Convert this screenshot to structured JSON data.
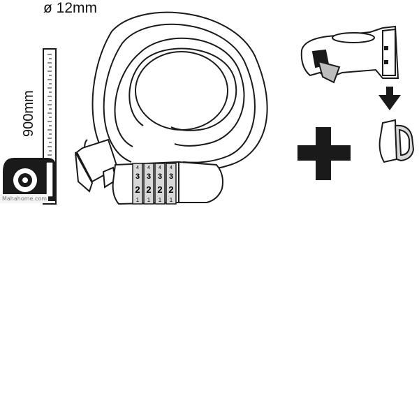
{
  "labels": {
    "diameter": "ø 12mm",
    "length": "900mm",
    "watermark": "Mahahome.com"
  },
  "lock": {
    "dial_digits_top": [
      "4",
      "4",
      "4",
      "4"
    ],
    "dial_digits_middle": [
      "3",
      "3",
      "3",
      "3"
    ],
    "dial_digits_main": [
      "2",
      "2",
      "2",
      "2"
    ],
    "dial_digits_bottom": [
      "1",
      "1",
      "1",
      "1"
    ]
  },
  "colors": {
    "outline": "#1a1a1a",
    "fill": "#ffffff",
    "dark": "#1a1a1a",
    "dial": "#d8d8d8"
  },
  "icons": [
    "tape-measure-icon",
    "cable-lock-icon",
    "plus-icon",
    "down-arrow-icon",
    "bracket-mount-icon",
    "bracket-clip-icon"
  ]
}
